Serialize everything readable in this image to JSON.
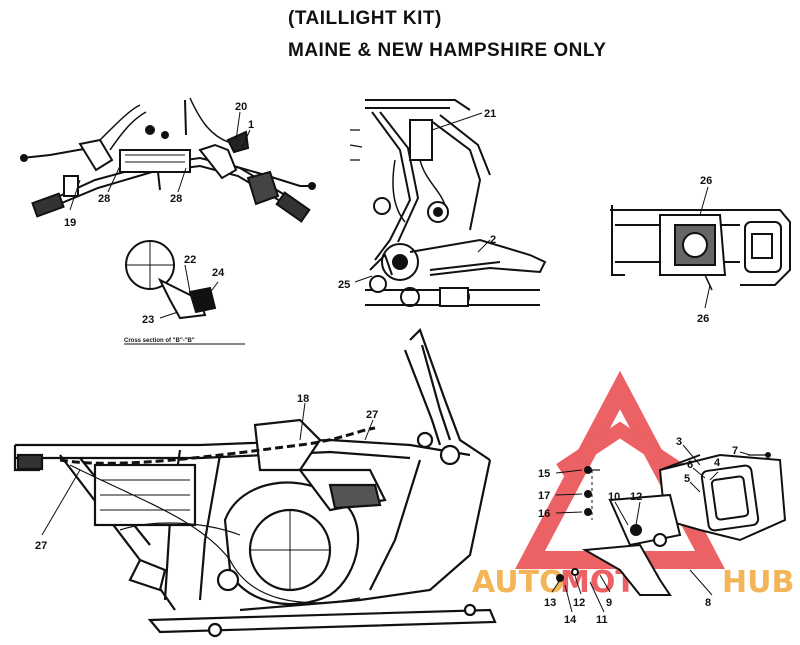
{
  "title": {
    "line1": "(TAILLIGHT KIT)",
    "line2": "MAINE & NEW HAMPSHIRE ONLY"
  },
  "cross_section_caption": "Cross section of \"B\"-\"B\"",
  "callouts": {
    "handlebar": [
      "20",
      "1",
      "19",
      "28",
      "28"
    ],
    "cross_section": [
      "22",
      "24",
      "23"
    ],
    "rear": [
      "21",
      "2",
      "25"
    ],
    "fender": [
      "26",
      "26"
    ],
    "frame": [
      "18",
      "27",
      "27"
    ],
    "taillight": [
      "3",
      "6",
      "5",
      "4",
      "7",
      "15",
      "17",
      "16",
      "10",
      "12",
      "8",
      "13",
      "12",
      "9",
      "14",
      "11"
    ]
  },
  "watermark": {
    "text_auto": "AUTO",
    "text_moto": "MOTO",
    "text_hub": "HUB",
    "color_red": "#e8464a",
    "color_orange": "#f2a93b"
  }
}
